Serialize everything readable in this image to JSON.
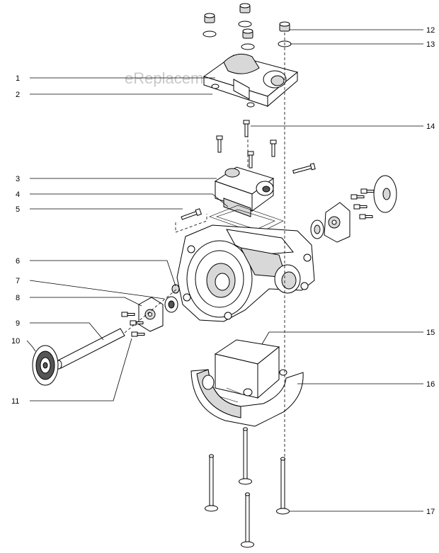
{
  "watermark": "eReplacementParts.com",
  "callouts": {
    "c1": "1",
    "c2": "2",
    "c3": "3",
    "c4": "4",
    "c5": "5",
    "c6": "6",
    "c7": "7",
    "c8": "8",
    "c9": "9",
    "c10": "10",
    "c11": "11",
    "c12": "12",
    "c13": "13",
    "c14": "14",
    "c15": "15",
    "c16": "16",
    "c17": "17"
  }
}
